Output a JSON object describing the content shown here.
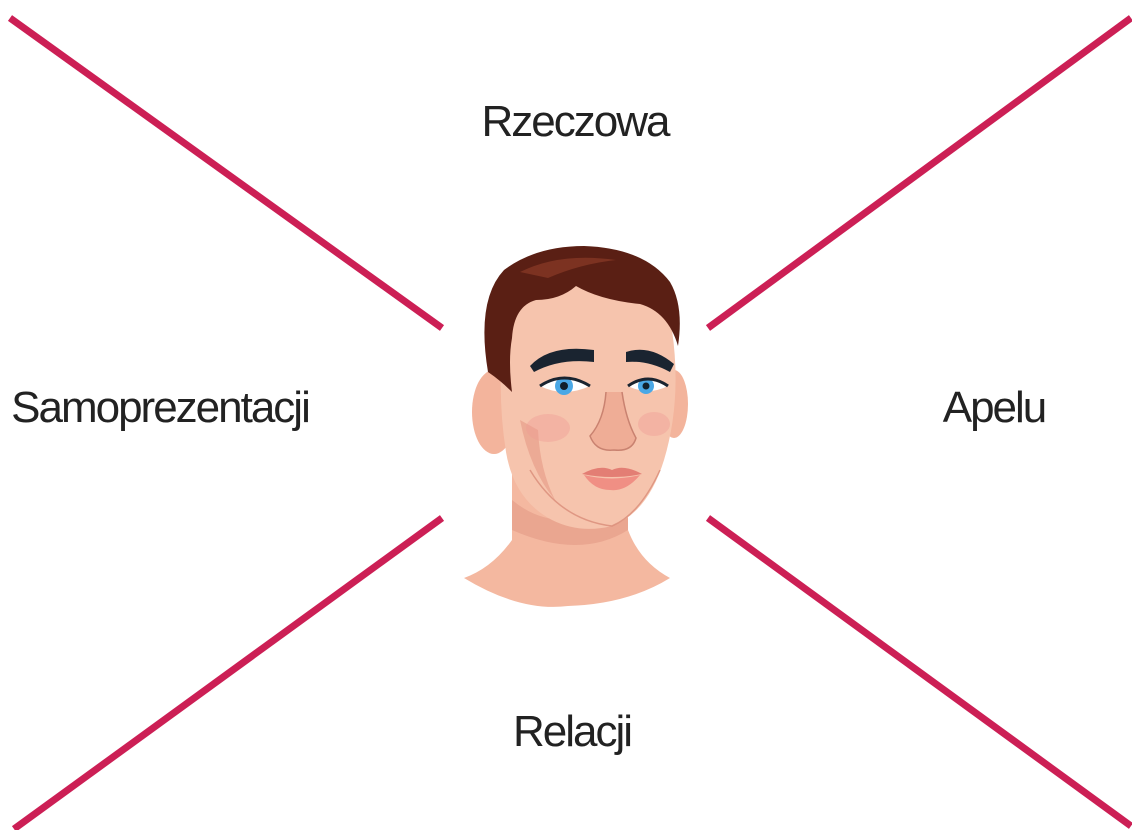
{
  "diagram": {
    "labels": {
      "top": "Rzeczowa",
      "left": "Samoprezentacji",
      "right": "Apelu",
      "bottom": "Relacji"
    },
    "line_color": "#cc1f55",
    "center_image": "face-illustration"
  }
}
